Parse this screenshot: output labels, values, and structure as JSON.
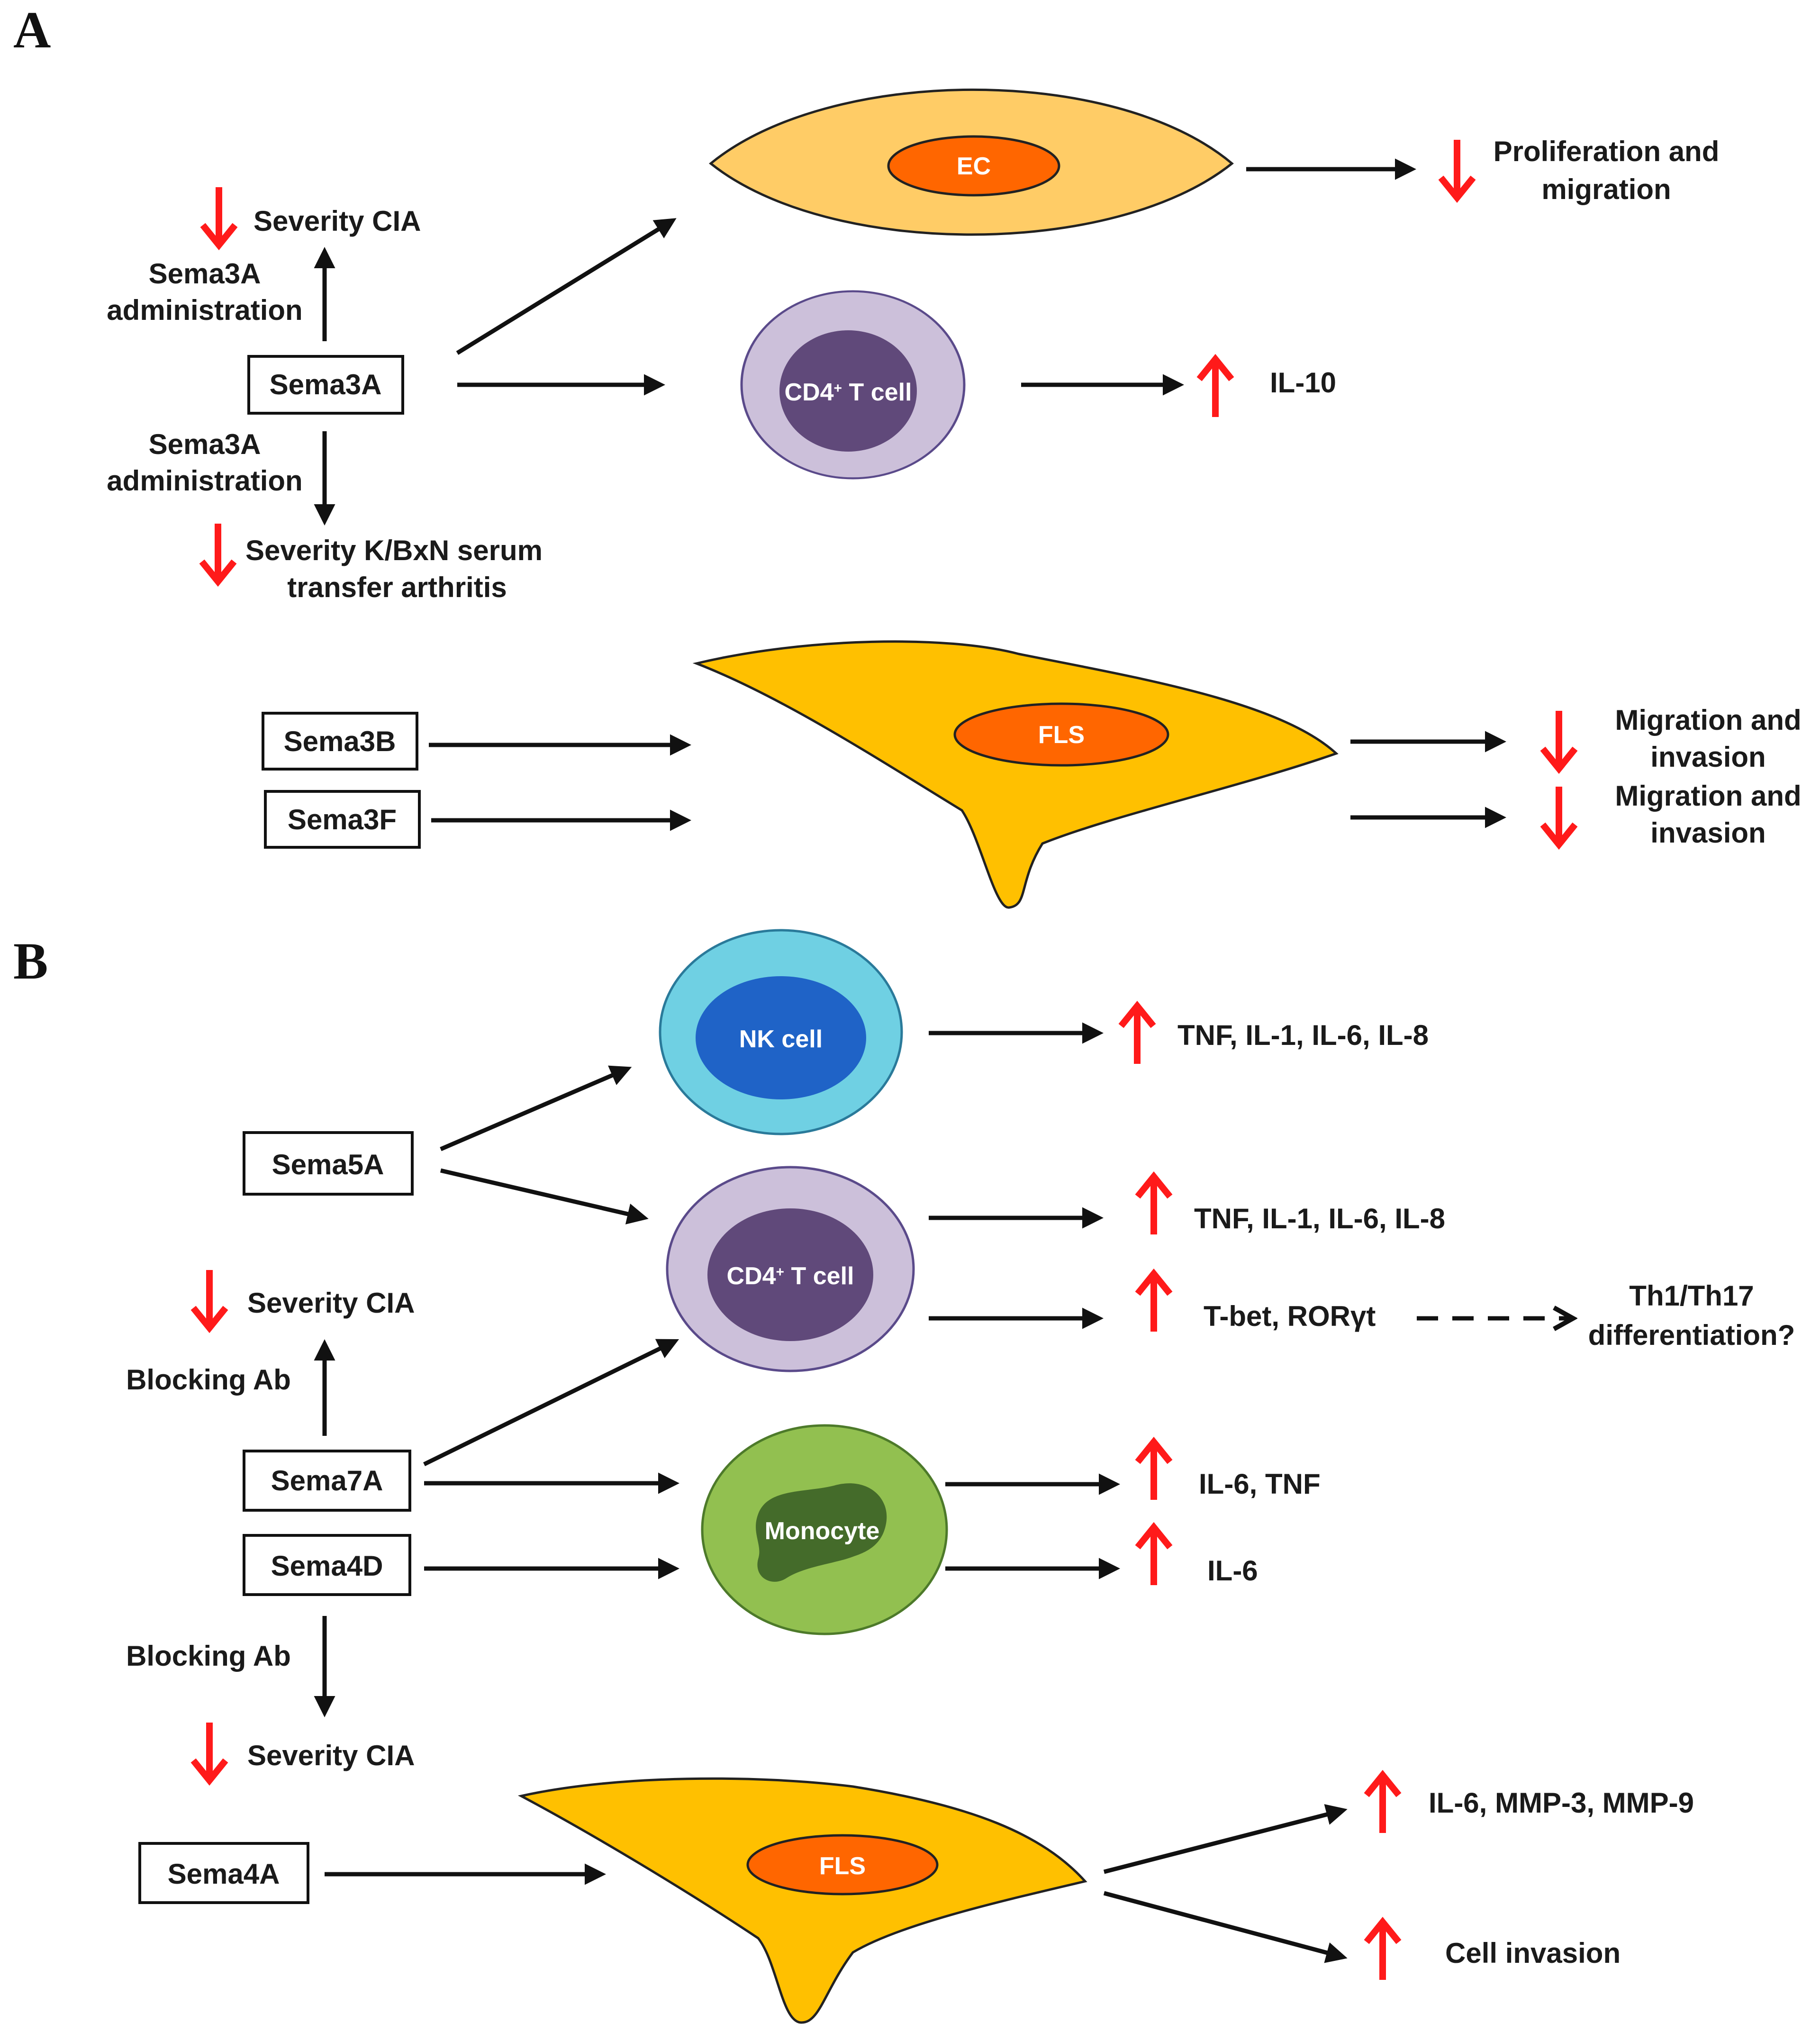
{
  "panels": {
    "a": "A",
    "b": "B"
  },
  "colors": {
    "arrow_black": "#111111",
    "arrow_red": "#ff1a1a",
    "ec_cell": "#ffcc66",
    "fls_cell": "#ffc000",
    "nucleus_orange": "#ff6600",
    "cd4_outer": "#ccc0da",
    "cd4_inner": "#60497a",
    "nk_outer": "#6fd0e3",
    "nk_inner": "#1f63c7",
    "monocyte_outer": "#92c050",
    "monocyte_inner": "#446b2a"
  },
  "panel_a": {
    "boxes": {
      "sema3a": "Sema3A",
      "sema3b": "Sema3B",
      "sema3f": "Sema3F"
    },
    "cells": {
      "ec": "EC",
      "cd4": "CD4",
      "cd4_sup": "+",
      "cd4_rest": " T cell",
      "fls": "FLS"
    },
    "labels": {
      "severity_cia": "Severity CIA",
      "admin_top_1": "Sema3A",
      "admin_top_2": "administration",
      "admin_bottom_1": "Sema3A",
      "admin_bottom_2": "administration",
      "kbxn_1": "Severity K/BxN serum",
      "kbxn_2": "transfer arthritis",
      "prolif_1": "Proliferation and",
      "prolif_2": "migration",
      "il10": "IL-10",
      "mig1_1": "Migration and",
      "mig1_2": "invasion",
      "mig2_1": "Migration and",
      "mig2_2": "invasion"
    }
  },
  "panel_b": {
    "boxes": {
      "sema5a": "Sema5A",
      "sema7a": "Sema7A",
      "sema4d": "Sema4D",
      "sema4a": "Sema4A"
    },
    "cells": {
      "nk": "NK cell",
      "cd4": "CD4",
      "cd4_sup": "+",
      "cd4_rest": " T cell",
      "monocyte": "Monocyte",
      "fls": "FLS"
    },
    "labels": {
      "severity_cia_top": "Severity CIA",
      "blocking_ab_top": "Blocking Ab",
      "blocking_ab_bottom": "Blocking Ab",
      "severity_cia_bottom": "Severity CIA",
      "nk_out": "TNF, IL-1, IL-6, IL-8",
      "cd4_out": "TNF, IL-1, IL-6, IL-8",
      "tbet": "T-bet, RORγt",
      "th_1": "Th1/Th17",
      "th_2": "differentiation?",
      "mono_out_1": "IL-6, TNF",
      "mono_out_2": "IL-6",
      "fls_out_1": "IL-6, MMP-3, MMP-9",
      "fls_out_2": "Cell invasion"
    }
  }
}
